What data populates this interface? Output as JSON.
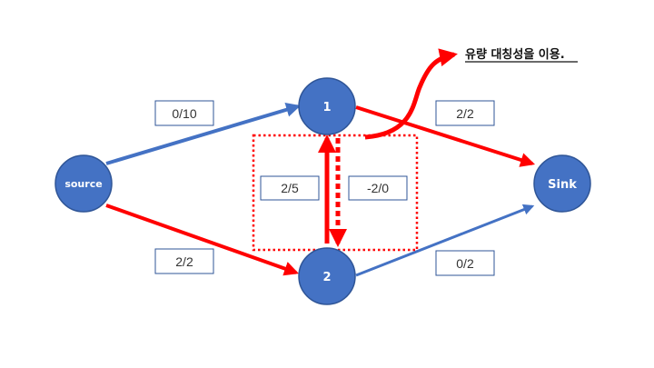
{
  "colors": {
    "node_fill": "#4472c4",
    "node_stroke": "#2f5597",
    "blue_edge": "#4472c4",
    "red_edge": "#ff0000",
    "label_box_border": "#2f5597"
  },
  "nodes": {
    "source": "source",
    "n1": "1",
    "n2": "2",
    "sink": "Sink"
  },
  "edges": {
    "source_to_1": "0/10",
    "source_to_2": "2/2",
    "2_to_1": "2/5",
    "1_to_2": "-2/0",
    "1_to_sink": "2/2",
    "2_to_sink": "0/2"
  },
  "note": "유량 대칭성을 이용."
}
